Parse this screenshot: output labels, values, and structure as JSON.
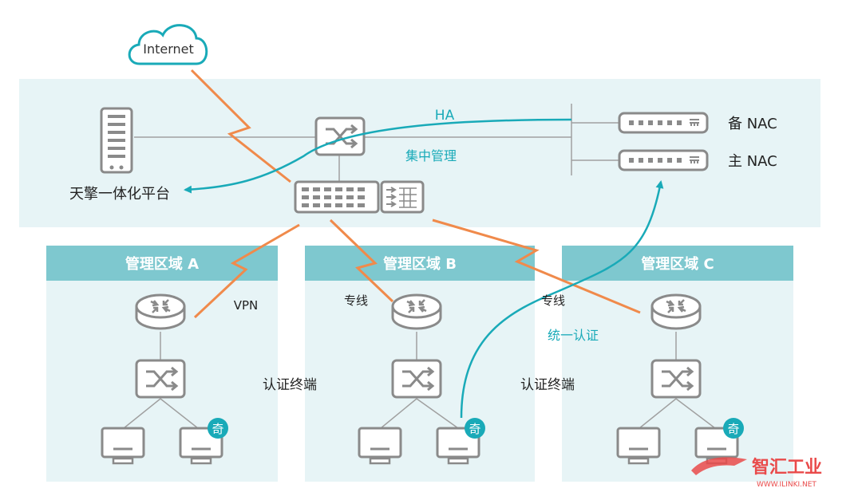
{
  "internet": "Internet",
  "platform": "天擎一体化平台",
  "ha": "HA",
  "central_mgmt": "集中管理",
  "backup_nac": "备 NAC",
  "primary_nac": "主 NAC",
  "zones": [
    {
      "label": "管理区域 A"
    },
    {
      "label": "管理区域 B"
    },
    {
      "label": "管理区域 C"
    }
  ],
  "links": {
    "vpn": "VPN",
    "dedicated_b": "专线",
    "dedicated_c": "专线"
  },
  "auth_terminal_1": "认证终端",
  "auth_terminal_2": "认证终端",
  "unified_auth": "统一认证",
  "badge": "奇",
  "watermark": {
    "name": "智汇工业",
    "url": "WWW.ILINKI.NET"
  },
  "colors": {
    "zone_bg": "#e7f4f6",
    "zone_header": "#7ec8cf",
    "link_orange": "#f08a4b",
    "flow_teal": "#19aab8",
    "device_gray": "#8a8a8a"
  }
}
